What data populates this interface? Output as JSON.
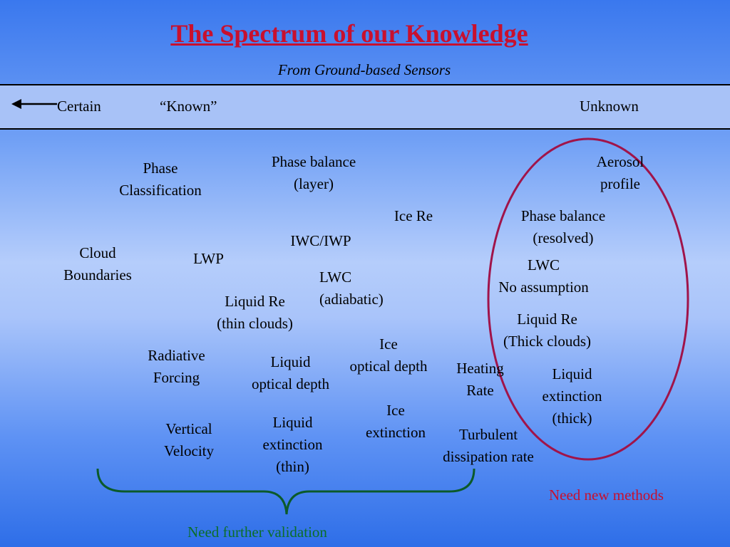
{
  "slide": {
    "title": "The Spectrum of our Knowledge",
    "subtitle": "From Ground-based Sensors"
  },
  "spectrum": {
    "left_label": "Certain",
    "middle_label": "“Known”",
    "right_label": "Unknown"
  },
  "items": {
    "phase_classification": "Phase\nClassification",
    "phase_balance_layer": "Phase balance\n(layer)",
    "aerosol_profile": "Aerosol\nprofile",
    "ice_re": "Ice Re",
    "phase_balance_resolved": "Phase balance\n(resolved)",
    "iwc_iwp": "IWC/IWP",
    "cloud_boundaries": "Cloud\nBoundaries",
    "lwp": "LWP",
    "lwc_adiabatic": "LWC\n(adiabatic)",
    "lwc_no_assumption": "LWC\nNo assumption",
    "liquid_re_thin": "Liquid Re\n(thin clouds)",
    "liquid_re_thick": "Liquid Re\n(Thick clouds)",
    "ice_optical_depth": "Ice\noptical depth",
    "radiative_forcing": "Radiative\nForcing",
    "liquid_optical_depth": "Liquid\noptical depth",
    "heating_rate": "Heating\nRate",
    "liquid_extinction_thick": "Liquid\nextinction\n(thick)",
    "ice_extinction": "Ice\nextinction",
    "vertical_velocity": "Vertical\nVelocity",
    "liquid_extinction_thin": "Liquid\nextinction\n(thin)",
    "turbulent_dissipation": "Turbulent\ndissipation rate"
  },
  "notes": {
    "need_new_methods": "Need new methods",
    "need_further_validation": "Need further validation"
  },
  "colors": {
    "title": "#c8102e",
    "ellipse": "#a0144a",
    "brace": "#0b5a2a",
    "validation_text": "#0b6e2a"
  }
}
